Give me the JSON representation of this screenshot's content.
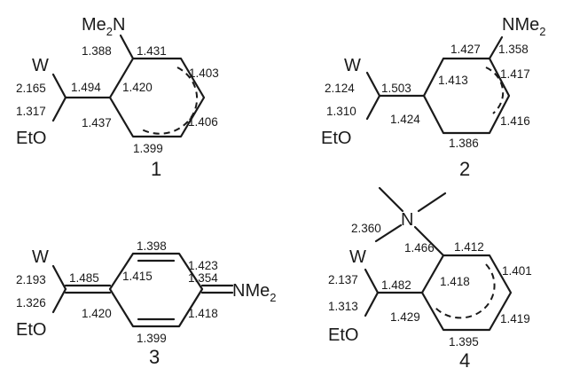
{
  "compounds": [
    {
      "id": "1",
      "atoms": {
        "metal": "W",
        "alkoxy": "EtO",
        "amine": "Me",
        "amine_sub": "2",
        "amine_n": "N"
      },
      "bonds": [
        "1.388",
        "1.431",
        "1.403",
        "2.165",
        "1.494",
        "1.420",
        "1.317",
        "1.437",
        "1.406",
        "1.399"
      ]
    },
    {
      "id": "2",
      "atoms": {
        "metal": "W",
        "alkoxy": "EtO",
        "amine": "NMe",
        "amine_sub": "2"
      },
      "bonds": [
        "1.427",
        "1.358",
        "1.417",
        "2.124",
        "1.503",
        "1.413",
        "1.310",
        "1.424",
        "1.416",
        "1.386"
      ]
    },
    {
      "id": "3",
      "atoms": {
        "metal": "W",
        "alkoxy": "EtO",
        "amine": "NMe",
        "amine_sub": "2"
      },
      "bonds": [
        "1.398",
        "1.423",
        "1.485",
        "1.415",
        "1.354",
        "2.193",
        "1.326",
        "1.420",
        "1.418",
        "1.399"
      ]
    },
    {
      "id": "4",
      "atoms": {
        "metal": "W",
        "alkoxy": "EtO",
        "amine_n": "N"
      },
      "bonds": [
        "2.360",
        "1.466",
        "1.412",
        "1.401",
        "2.137",
        "1.482",
        "1.418",
        "1.313",
        "1.429",
        "1.419",
        "1.395"
      ]
    }
  ]
}
